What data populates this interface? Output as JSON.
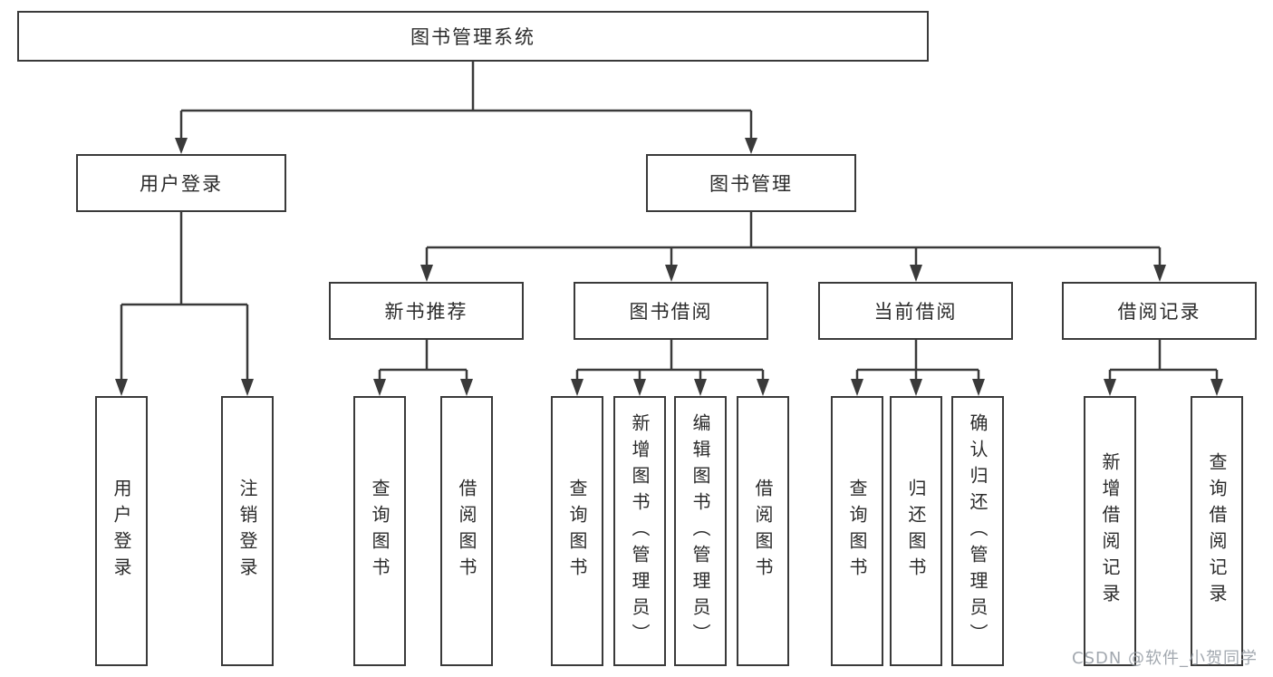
{
  "colors": {
    "background": "#ffffff",
    "line": "#3a3a3a",
    "box_border": "#3a3a3a",
    "text": "#2b2b2b",
    "watermark": "#989ea6"
  },
  "tree": {
    "root": "图书管理系统",
    "branches": [
      {
        "label": "用户登录",
        "children": [
          "用户登录",
          "注销登录"
        ]
      },
      {
        "label": "图书管理",
        "children": [
          {
            "label": "新书推荐",
            "children": [
              "查询图书",
              "借阅图书"
            ]
          },
          {
            "label": "图书借阅",
            "children": [
              "查询图书",
              "新增图书（管理员）",
              "编辑图书（管理员）",
              "借阅图书"
            ]
          },
          {
            "label": "当前借阅",
            "children": [
              "查询图书",
              "归还图书",
              "确认归还（管理员）"
            ]
          },
          {
            "label": "借阅记录",
            "children": [
              "新增借阅记录",
              "查询借阅记录"
            ]
          }
        ]
      }
    ]
  },
  "watermark": "CSDN @软件_小贺同学"
}
